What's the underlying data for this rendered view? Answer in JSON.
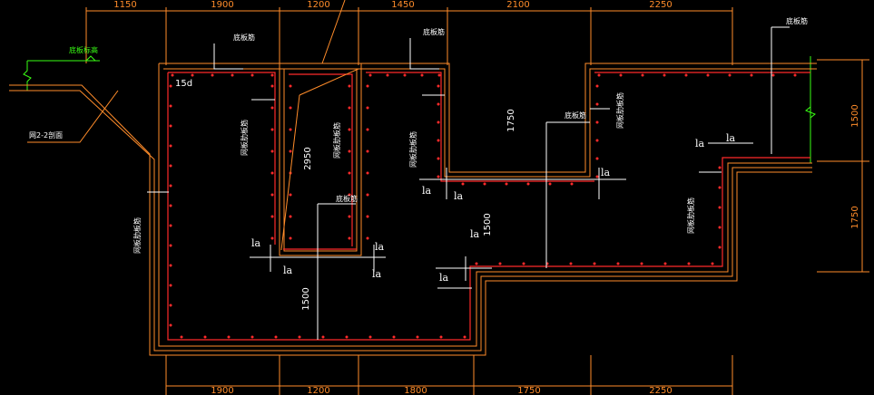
{
  "colors": {
    "background": "#000000",
    "dimension": "#ff8c2a",
    "rebar": "#ff2a2a",
    "leader": "#ffffff",
    "ground": "#39ff14"
  },
  "dims_top": [
    "1150",
    "1900",
    "1200",
    "1450",
    "2100",
    "2250"
  ],
  "dims_bottom": [
    "1900",
    "1200",
    "1800",
    "1750",
    "2250"
  ],
  "dims_right": [
    "1500",
    "1750"
  ],
  "dims_inner": [
    "15d",
    "2950",
    "1750",
    "1500",
    "1500"
  ],
  "la_label": "la",
  "top_rebar_a": "底板筋",
  "top_rebar_b": "底板筋",
  "top_right_rebar": "底板筋",
  "mid_rebar_a": "底板筋",
  "mid_rebar_b": "底板筋",
  "wall_rebar_1": "网板肋板筋",
  "wall_rebar_2": "网板肋板筋",
  "wall_rebar_3": "网板肋板筋",
  "wall_rebar_4": "网板肋板筋",
  "wall_rebar_5": "网板肋板筋",
  "wall_rebar_6": "网板肋板筋",
  "ground_label": "底板标高",
  "section_label": "网2-2剖面"
}
